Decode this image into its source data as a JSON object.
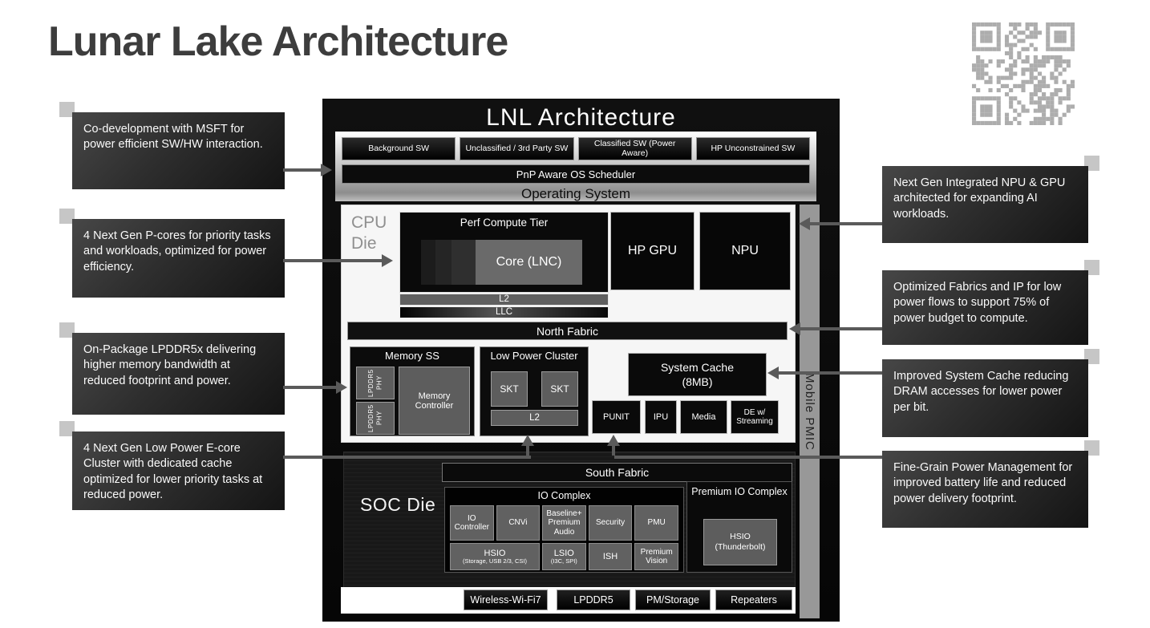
{
  "slide": {
    "title": "Lunar Lake Architecture"
  },
  "colors": {
    "arrow_gray": "#5a5a5a",
    "callout_dark": "#2e2e2e",
    "qr_gray": "#adadad",
    "pmic_gray": "#989898"
  },
  "diagram": {
    "title": "LNL Architecture",
    "os": {
      "sw_boxes": [
        "Background SW",
        "Unclassified / 3rd Party SW",
        "Classified SW (Power Aware)",
        "HP Unconstrained SW"
      ],
      "scheduler": "PnP Aware OS Scheduler",
      "label": "Operating System"
    },
    "cpu_die": {
      "label": "CPU Die",
      "perf_tier": {
        "title": "Perf Compute Tier",
        "core": "Core (LNC)",
        "l2": "L2",
        "llc": "LLC"
      },
      "hp_gpu": "HP GPU",
      "npu": "NPU",
      "north_fabric": "North Fabric",
      "memory_ss": {
        "title": "Memory SS",
        "phy": "LPDDR5 PHY",
        "controller": "Memory Controller"
      },
      "low_power_cluster": {
        "title": "Low Power Cluster",
        "skt": "SKT",
        "l2": "L2"
      },
      "system_cache": {
        "line1": "System Cache",
        "line2": "(8MB)"
      },
      "accel_boxes": [
        "PUNIT",
        "IPU",
        "Media",
        "DE w/ Streaming"
      ]
    },
    "mobile_pmic": "Mobile PMIC",
    "soc_die": {
      "label": "SOC Die",
      "south_fabric": "South Fabric",
      "io_complex": {
        "title": "IO Complex",
        "row1": [
          "IO Controller",
          "CNVi",
          "Baseline+ Premium Audio",
          "Security",
          "PMU"
        ],
        "row2": [
          {
            "label": "HSIO",
            "sub": "(Storage, USB 2/3, CSI)"
          },
          {
            "label": "LSIO",
            "sub": "(I3C, SPI)"
          },
          {
            "label": "ISH"
          },
          {
            "label": "Premium Vision"
          }
        ]
      },
      "premium_io": {
        "title": "Premium IO Complex",
        "hsio_label": "HSIO",
        "hsio_sub": "(Thunderbolt)"
      }
    },
    "bottom_boxes": [
      "Wireless-Wi-Fi7",
      "LPDDR5",
      "PM/Storage",
      "Repeaters"
    ]
  },
  "callouts": {
    "left": [
      "Co-development with MSFT for power efficient SW/HW interaction.",
      "4 Next Gen P-cores for priority tasks and workloads, optimized for power efficiency.",
      "On-Package LPDDR5x delivering higher memory bandwidth at reduced footprint and power.",
      "4 Next Gen Low Power E-core Cluster with dedicated cache optimized for lower priority tasks at reduced power."
    ],
    "right": [
      "Next Gen Integrated NPU & GPU architected for expanding AI workloads.",
      "Optimized Fabrics and IP for low power flows to support 75% of power budget to compute.",
      "Improved System Cache reducing DRAM accesses for lower power per bit.",
      "Fine-Grain Power Management for improved battery life and reduced power delivery footprint."
    ]
  }
}
